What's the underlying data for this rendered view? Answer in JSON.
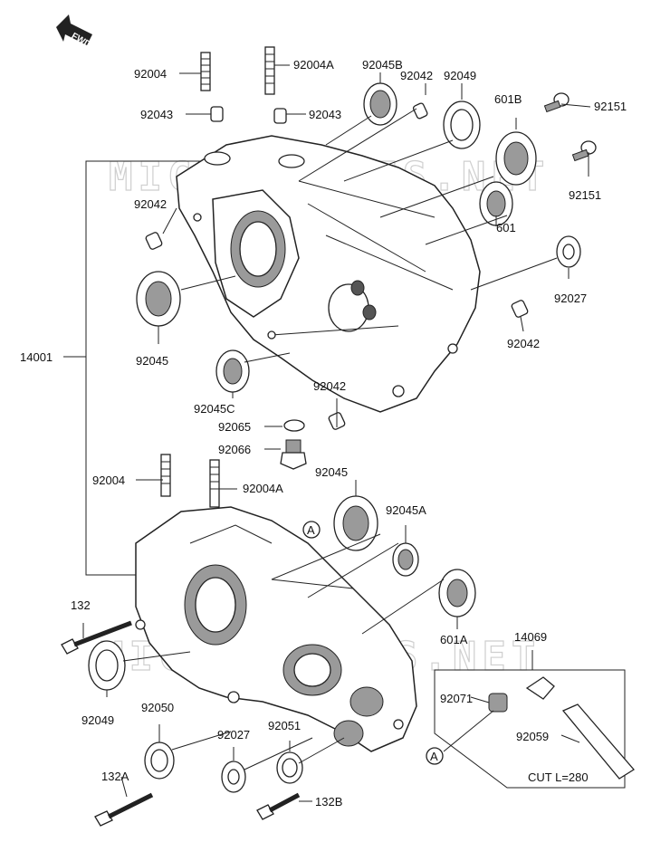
{
  "fwd_label": "FWD",
  "watermark": "MICROFICHES.NET",
  "cut_label": "CUT L=280",
  "callout_ref": "A",
  "parts": {
    "p92004_top": "92004",
    "p92004A_top": "92004A",
    "p92045B": "92045B",
    "p92042_a": "92042",
    "p92049_top": "92049",
    "p92043_left": "92043",
    "p92043_right": "92043",
    "p601B": "601B",
    "p92151_a": "92151",
    "p92151_b": "92151",
    "p92042_left": "92042",
    "p601": "601",
    "p92027_right": "92027",
    "p92042_right": "92042",
    "p92045_left": "92045",
    "p14001": "14001",
    "p92045C": "92045C",
    "p92042_mid": "92042",
    "p92065": "92065",
    "p92066": "92066",
    "p92004_low": "92004",
    "p92004A_low": "92004A",
    "p92045_low": "92045",
    "p92045A": "92045A",
    "p132": "132",
    "p601A": "601A",
    "p14069": "14069",
    "p92049_low": "92049",
    "p92071": "92071",
    "p92050": "92050",
    "p92027_low": "92027",
    "p92051": "92051",
    "p92059": "92059",
    "p132A": "132A",
    "p132B": "132B"
  }
}
